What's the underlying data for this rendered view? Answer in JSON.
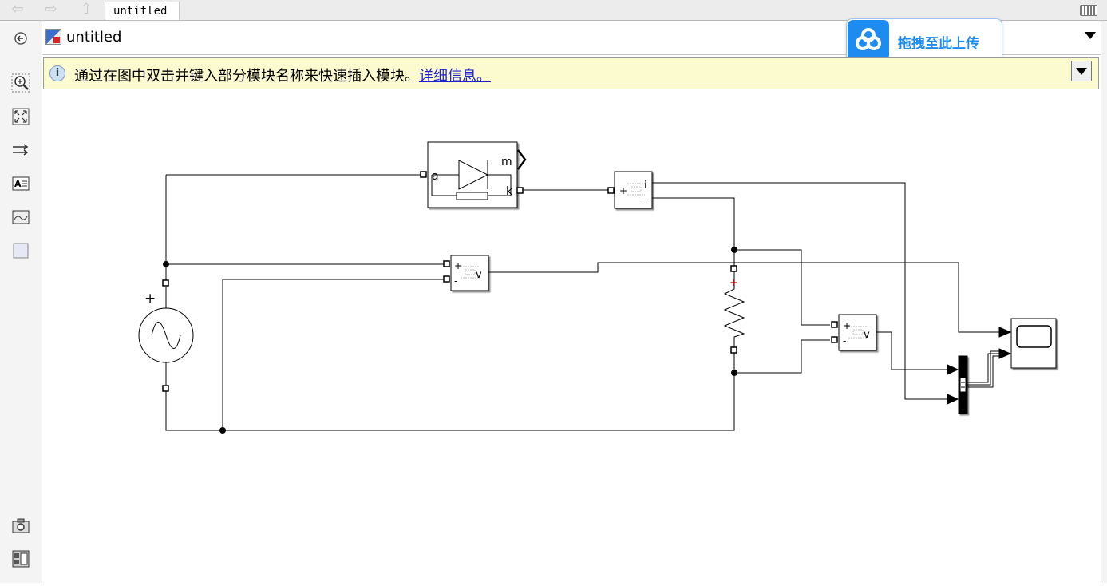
{
  "tabbar": {
    "tab_label": "untitled"
  },
  "address": {
    "model_name": "untitled"
  },
  "upload_badge": {
    "label": "拖拽至此上传"
  },
  "infobar": {
    "message": "通过在图中双击并键入部分模块名称来快速插入模块。",
    "link": "详细信息。"
  },
  "diagram": {
    "thyristor": {
      "port_a": "a",
      "port_m": "m",
      "port_k": "k"
    },
    "current_meter": {
      "plus": "+",
      "minus": "-",
      "out": "i"
    },
    "voltage_meter_1": {
      "plus": "+",
      "minus": "-",
      "out": "v"
    },
    "voltage_meter_2": {
      "plus": "+",
      "minus": "-",
      "out": "v"
    },
    "ac_source": {
      "plus": "+"
    },
    "resistor": {
      "plus": "+"
    }
  },
  "colors": {
    "wire": "#000000",
    "infobar_bg": "#fbfbcf",
    "upload_accent": "#1d8bf0",
    "link": "#2020cc"
  }
}
